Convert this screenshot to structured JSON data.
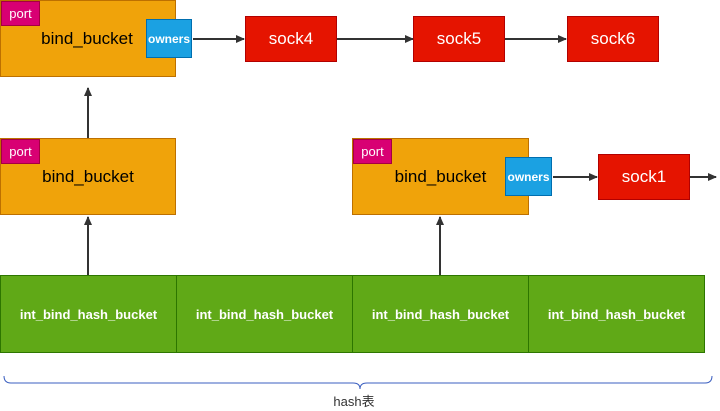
{
  "bind_buckets": [
    {
      "label": "bind_bucket",
      "port_label": "port"
    },
    {
      "label": "bind_bucket",
      "port_label": "port"
    },
    {
      "label": "bind_bucket",
      "port_label": "port"
    }
  ],
  "owners": [
    {
      "label": "owners"
    },
    {
      "label": "owners"
    }
  ],
  "socks": [
    {
      "label": "sock4"
    },
    {
      "label": "sock5"
    },
    {
      "label": "sock6"
    },
    {
      "label": "sock1"
    }
  ],
  "hash_table": {
    "buckets": [
      {
        "label": "int_bind_hash_bucket"
      },
      {
        "label": "int_bind_hash_bucket"
      },
      {
        "label": "int_bind_hash_bucket"
      },
      {
        "label": "int_bind_hash_bucket"
      }
    ],
    "label": "hash表"
  },
  "colors": {
    "bind_bucket": "#f0a30a",
    "port": "#d80073",
    "owners": "#1ba1e2",
    "sock": "#e51400",
    "hash_bucket": "#60a917",
    "arrow": "#333333",
    "brace": "#3b5fc0"
  }
}
